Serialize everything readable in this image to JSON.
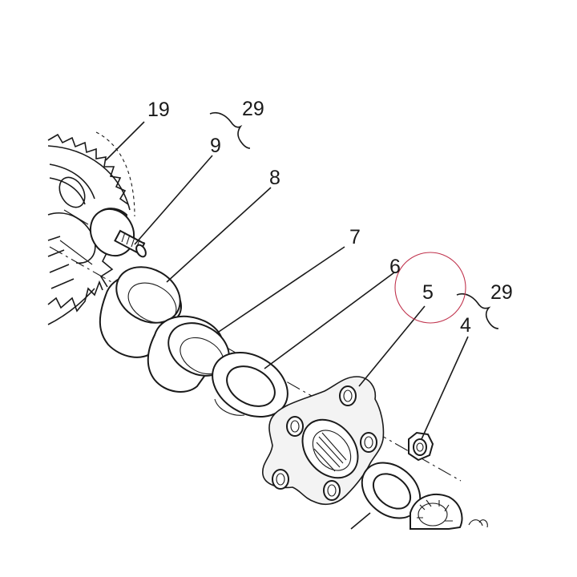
{
  "callouts": [
    {
      "id": "19",
      "text": "19"
    },
    {
      "id": "9",
      "text": "9"
    },
    {
      "id": "29a",
      "text": "29"
    },
    {
      "id": "8",
      "text": "8"
    },
    {
      "id": "7",
      "text": "7"
    },
    {
      "id": "6",
      "text": "6"
    },
    {
      "id": "5",
      "text": "5"
    },
    {
      "id": "29b",
      "text": "29"
    },
    {
      "id": "4",
      "text": "4"
    }
  ],
  "highlight": {
    "target": "5",
    "color": "#c0334d"
  }
}
